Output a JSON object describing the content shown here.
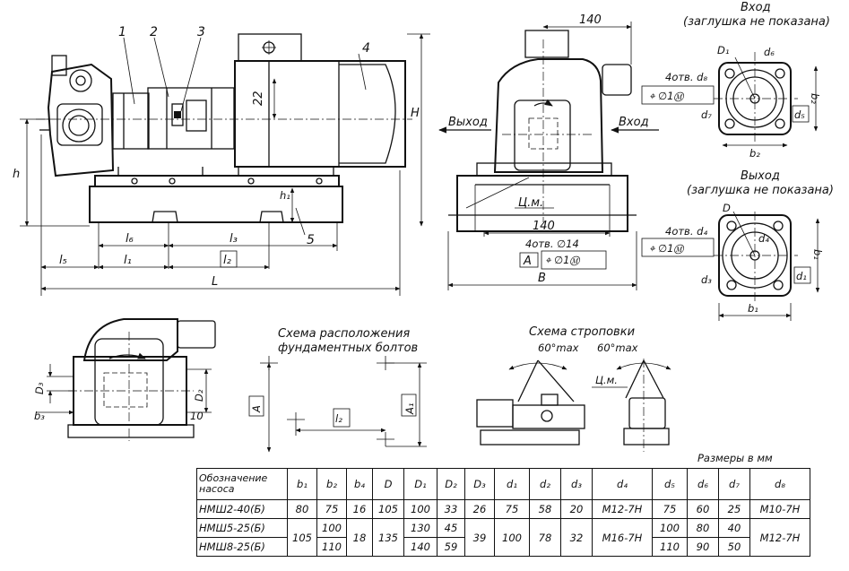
{
  "callouts": {
    "c1": "1",
    "c2": "2",
    "c3": "3",
    "c4": "4",
    "c5": "5"
  },
  "dims": {
    "H": "H",
    "h": "h",
    "h1": "h₁",
    "L": "L",
    "l1": "l₁",
    "l2": "l₂",
    "l3": "l₃",
    "l5": "l₅",
    "l6": "l₆",
    "dim22": "22",
    "B": "B",
    "dim140_top": "140",
    "dim140_bot": "140",
    "D2": "D₂",
    "D3": "D₃",
    "b3": "b₃",
    "dim10": "10",
    "A": "A",
    "A1": "A₁",
    "l2_scheme": "l₂",
    "inlet": {
      "D1": "D₁",
      "d6": "d₆",
      "d7": "d₇",
      "d5": "d₅",
      "b2": "b₂"
    },
    "outlet": {
      "D": "D",
      "d4": "d₄",
      "d3": "d₃",
      "d1": "d₁",
      "b1": "b₁"
    }
  },
  "labels": {
    "vykhod_arrow": "Выход",
    "vkhod_arrow": "Вход",
    "cm_front": "Ц.м.",
    "cm_sling": "Ц.м.",
    "angle_left": "60°max",
    "angle_right": "60°max",
    "inlet_title": "Вход",
    "inlet_sub": "(заглушка не показана)",
    "outlet_title": "Выход",
    "outlet_sub": "(заглушка не показана)",
    "scheme_bolts_l1": "Схема расположения",
    "scheme_bolts_l2": "фундаментных болтов",
    "scheme_sling": "Схема строповки"
  },
  "tolerances": {
    "inlet_holes": "4отв. d₈",
    "inlet_frame": "⌖ ∅1Ⓜ",
    "outlet_holes": "4отв. d₄",
    "outlet_frame": "⌖ ∅1Ⓜ",
    "base_holes": "4отв. ∅14",
    "base_frame": "⌖ ∅1Ⓜ",
    "base_datum": "A"
  },
  "table": {
    "units": "Размеры в мм",
    "header": [
      "Обозначение насоса",
      "b₁",
      "b₂",
      "b₄",
      "D",
      "D₁",
      "D₂",
      "D₃",
      "d₁",
      "d₂",
      "d₃",
      "d₄",
      "d₅",
      "d₆",
      "d₇",
      "d₈"
    ],
    "rows": [
      [
        "НМШ2-40(Б)",
        "80",
        "75",
        "16",
        "105",
        "100",
        "33",
        "26",
        "75",
        "58",
        "20",
        "М12-7Н",
        "75",
        "60",
        "25",
        "М10-7Н"
      ],
      [
        "НМШ5-25(Б)",
        "105",
        "100",
        "18",
        "135",
        "130",
        "45",
        "39",
        "100",
        "78",
        "32",
        "М16-7Н",
        "100",
        "80",
        "40",
        "М12-7Н"
      ],
      [
        "НМШ8-25(Б)",
        "",
        "110",
        "",
        "",
        "140",
        "59",
        "",
        "",
        "",
        "",
        "",
        "110",
        "90",
        "50",
        ""
      ]
    ]
  }
}
